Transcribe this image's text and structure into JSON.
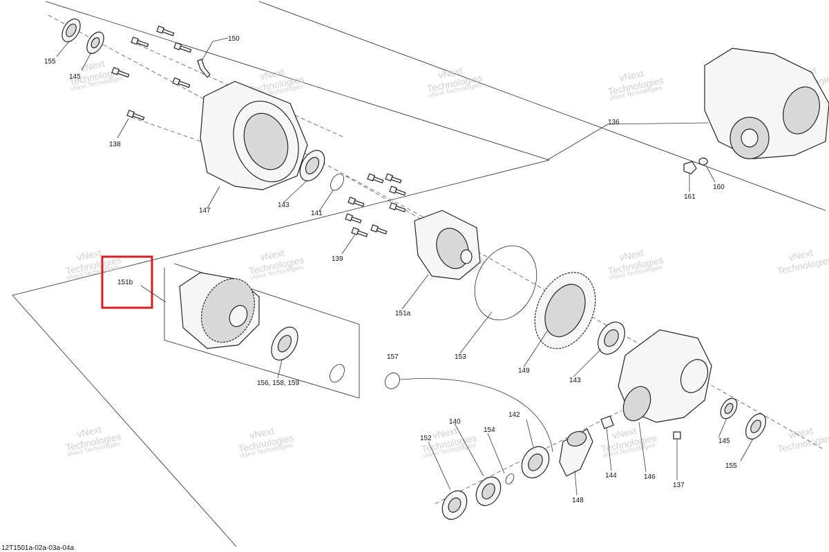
{
  "diagram": {
    "code": "12T1501a-02a-03a-04a",
    "watermark": {
      "line1": "vNext",
      "line2": "Technologies",
      "sub": "vNext Technologies"
    },
    "highlighted": "151b",
    "labels": {
      "p136": "136",
      "p137": "137",
      "p138": "138",
      "p139": "139",
      "p140": "140",
      "p141": "141",
      "p142": "142",
      "p143a": "143",
      "p143b": "143",
      "p144": "144",
      "p145a": "145",
      "p145b": "145",
      "p146": "146",
      "p147": "147",
      "p148": "148",
      "p149": "149",
      "p150": "150",
      "p151a": "151a",
      "p151b": "151b",
      "p152": "152",
      "p153": "153",
      "p154": "154",
      "p155a": "155",
      "p155b": "155",
      "p156": "156, 158, 159",
      "p157": "157",
      "p160": "160",
      "p161": "161"
    }
  }
}
